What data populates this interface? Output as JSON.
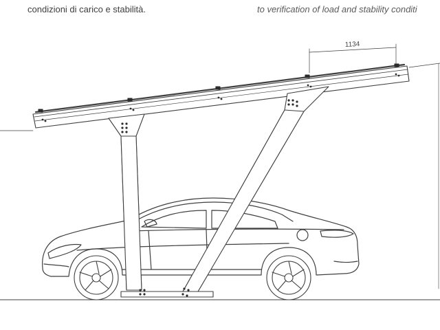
{
  "captions": {
    "left": "condizioni di carico e stabilità.",
    "right": "to verification of load and stability conditi"
  },
  "dimension": {
    "value": "1134"
  }
}
